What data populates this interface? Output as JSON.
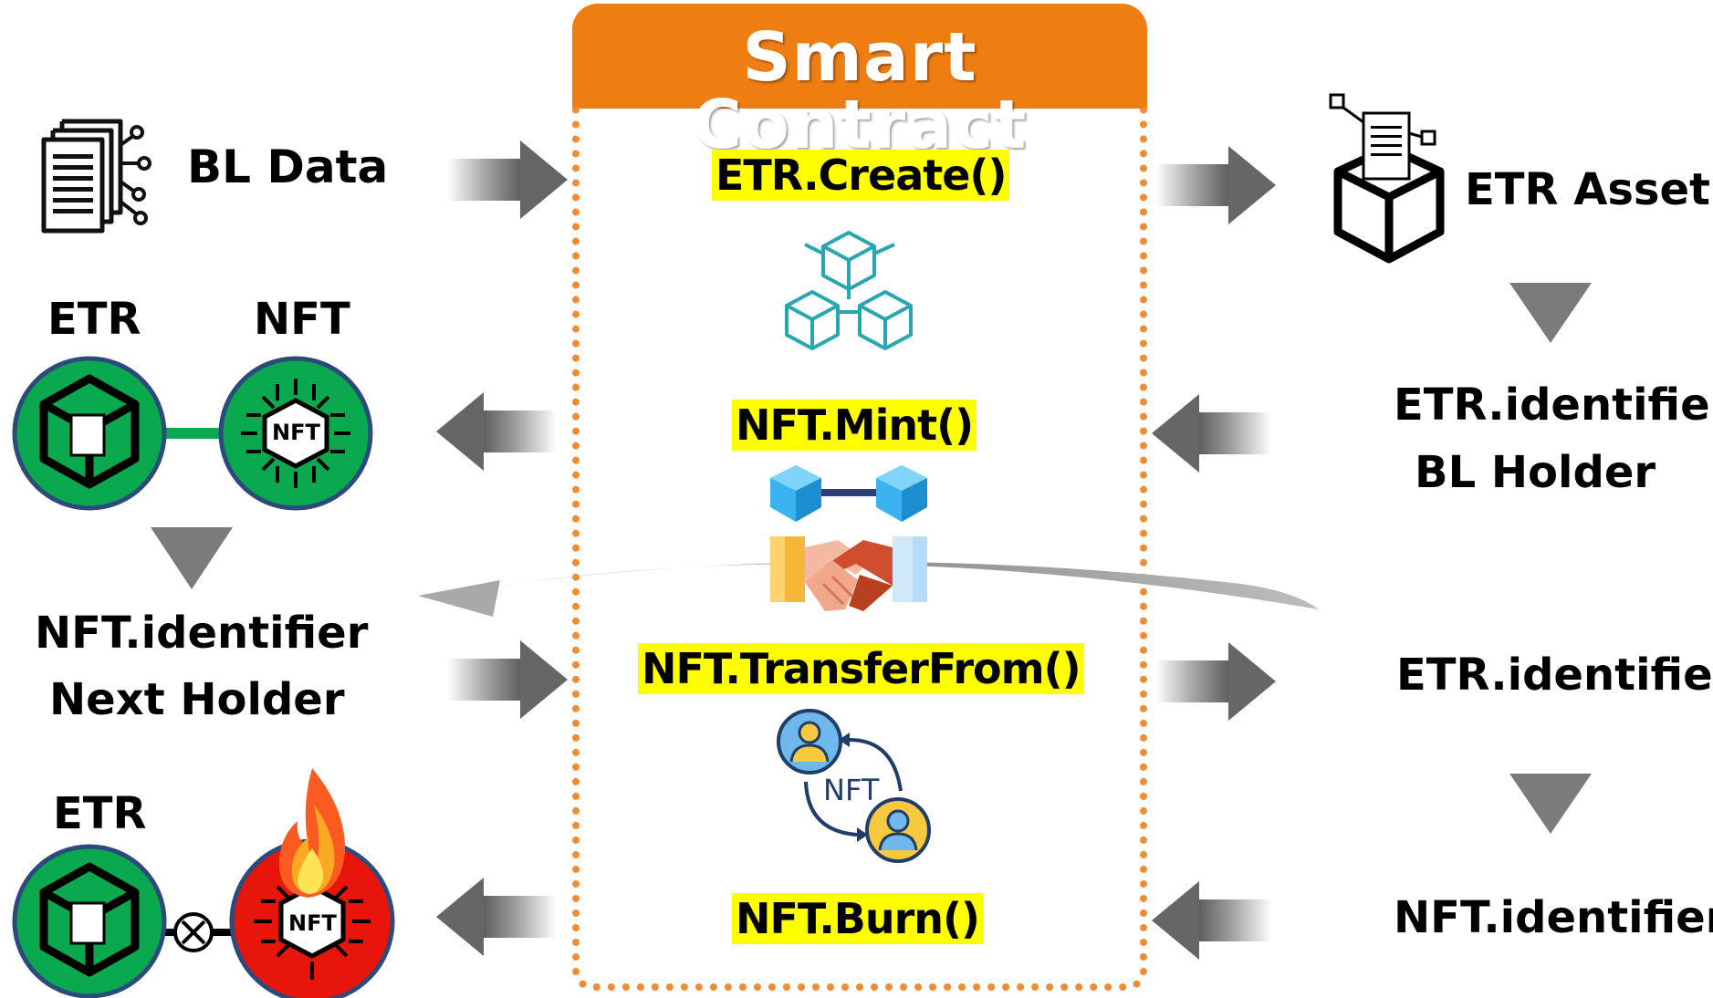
{
  "smart_contract": {
    "title": "Smart Contract",
    "functions": [
      "ETR.Create()",
      "NFT.Mint()",
      "NFT.TransferFrom()",
      "NFT.Burn()"
    ],
    "nft_exchange_label": "NFT"
  },
  "left": {
    "bl_data": "BL Data",
    "pair_top": {
      "etr": "ETR",
      "nft": "NFT",
      "badge": "NFT"
    },
    "next": {
      "line1": "NFT.identifier",
      "line2": "Next Holder"
    },
    "pair_bottom": {
      "etr": "ETR",
      "badge": "NFT"
    }
  },
  "right": {
    "etr_asset": "ETR Asset",
    "identifier_holder": {
      "line1": "ETR.identifier",
      "line2": "BL Holder"
    },
    "etr_identifier": "ETR.identifier",
    "nft_identifier": "NFT.identifier"
  },
  "colors": {
    "accent_orange": "#ee7d12",
    "dotted_border": "#f18c34",
    "highlight_yellow": "#ffff00",
    "token_green": "#0aa84f",
    "burn_red": "#e8150b",
    "arrow_gray": "#6b6b6b",
    "chain_teal": "#2aa6b0"
  },
  "icons": [
    "document-network-icon",
    "box-icon",
    "blockchain-cubes-icon",
    "connected-cubes-icon",
    "handshake-icon",
    "user-exchange-icon",
    "fire-icon"
  ]
}
